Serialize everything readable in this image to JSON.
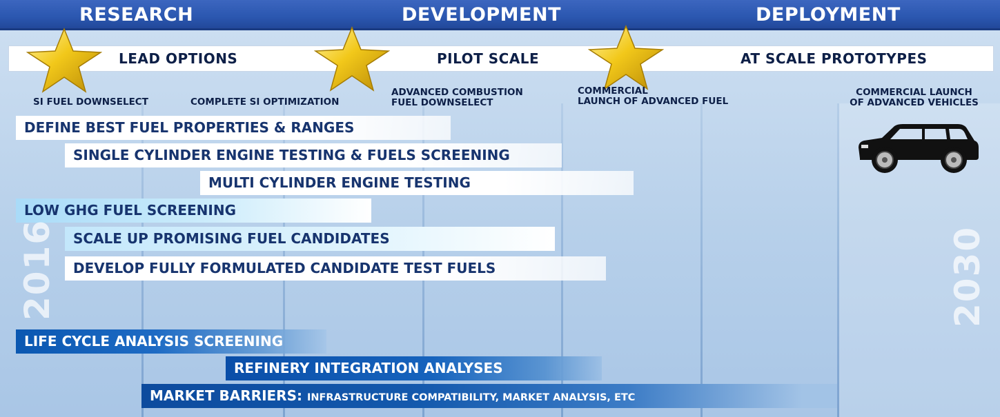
{
  "phases": [
    "RESEARCH",
    "DEVELOPMENT",
    "DEPLOYMENT"
  ],
  "stages": [
    "LEAD OPTIONS",
    "PILOT SCALE",
    "AT SCALE PROTOTYPES"
  ],
  "milestones": {
    "si_fuel_downselect": "SI FUEL DOWNSELECT",
    "complete_si_optimization": "COMPLETE SI OPTIMIZATION",
    "advanced_combustion_1": "ADVANCED  COMBUSTION",
    "advanced_combustion_2": "FUEL DOWNSELECT",
    "commercial_fuel_1": "COMMERCIAL",
    "commercial_fuel_2": "LAUNCH OF ADVANCED FUEL",
    "commercial_vehicles_1": "COMMERCIAL LAUNCH",
    "commercial_vehicles_2": "OF ADVANCED VEHICLES"
  },
  "activities": [
    "DEFINE BEST FUEL PROPERTIES & RANGES",
    "SINGLE CYLINDER ENGINE TESTING & FUELS SCREENING",
    "MULTI CYLINDER ENGINE TESTING",
    "LOW GHG FUEL SCREENING",
    "SCALE UP PROMISING FUEL CANDIDATES",
    "DEVELOP FULLY FORMULATED CANDIDATE TEST FUELS",
    "LIFE CYCLE ANALYSIS SCREENING",
    "REFINERY INTEGRATION ANALYSES"
  ],
  "market_barriers": {
    "title": "MARKET BARRIERS:",
    "detail": "INFRASTRUCTURE COMPATIBILITY, MARKET ANALYSIS, ETC"
  },
  "years": {
    "start": "2016",
    "end": "2030"
  },
  "colors": {
    "header_blue": "#2b57b0",
    "navy_text": "#17346e",
    "star_gold": "#f2c81a",
    "bar_blue": "#0a57b1",
    "bar_cyan": "#a9dbf8"
  },
  "icons": [
    "star-icon",
    "suv-car-icon"
  ]
}
